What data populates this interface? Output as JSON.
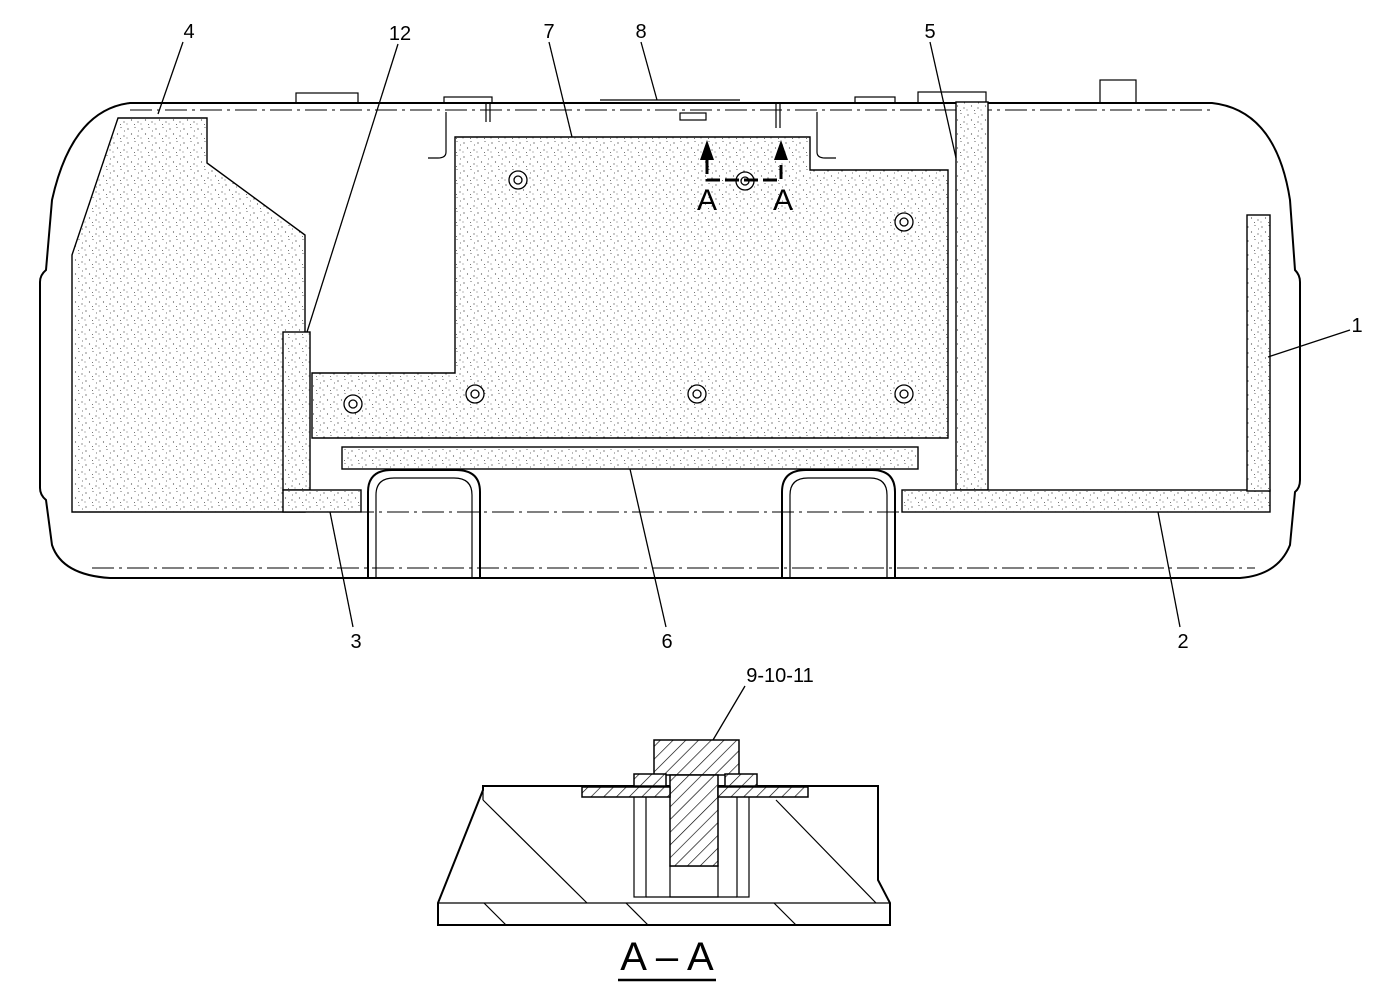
{
  "callouts": {
    "c1": "1",
    "c2": "2",
    "c3": "3",
    "c4": "4",
    "c5": "5",
    "c6": "6",
    "c7": "7",
    "c8": "8",
    "c12": "12",
    "c91011": "9-10-11"
  },
  "section_marks": {
    "left": "A",
    "right": "A"
  },
  "section_title": "A – A"
}
